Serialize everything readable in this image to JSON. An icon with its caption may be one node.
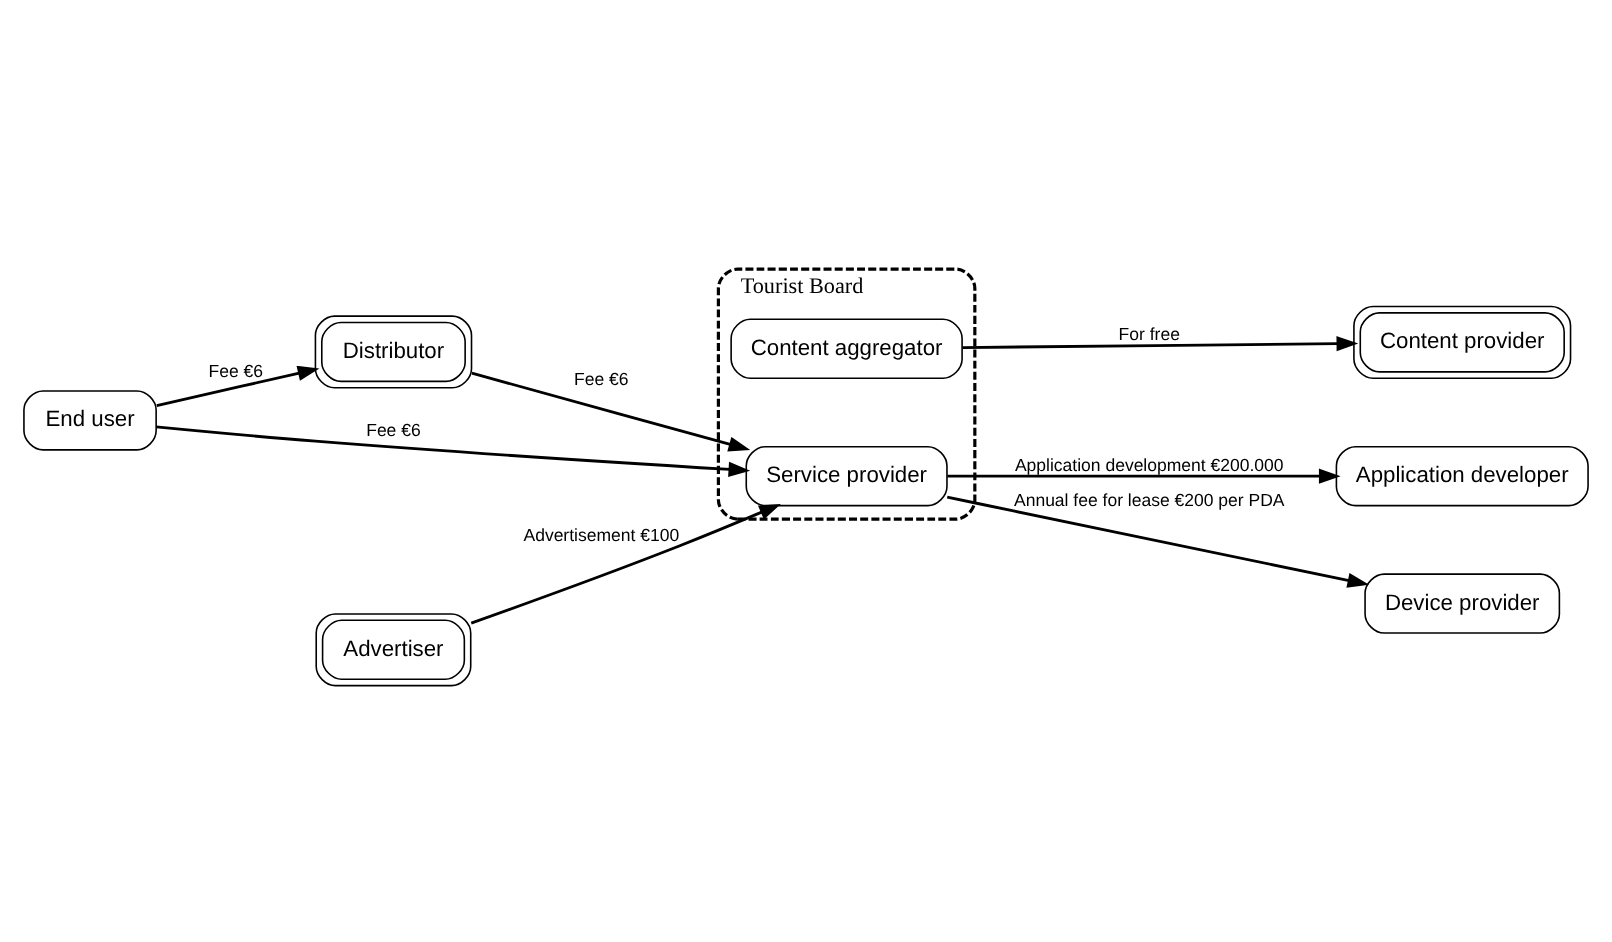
{
  "diagram": {
    "nodes": [
      {
        "text": [
          "Application developer"
        ]
      },
      {
        "text": [
          "Distributor"
        ]
      },
      {
        "text": [
          "Tourist Board"
        ]
      },
      {
        "text": [
          "Content provider"
        ]
      },
      {
        "text": [
          "Content aggregator"
        ],
        "in": 2
      },
      {
        "text": [
          "Service provider"
        ],
        "in": 2
      },
      {
        "text": [
          "End user"
        ]
      },
      {
        "text": [
          "Advertiser"
        ]
      },
      {
        "text": [
          "Device provider"
        ]
      }
    ],
    "edges": [
      {
        "from": 5,
        "to": 0,
        "arrow": "to",
        "label": "Application development €200.000"
      },
      {
        "from": 4,
        "to": 3,
        "arrow": "to",
        "label": "For free"
      },
      {
        "from": 1,
        "to": 5,
        "arrow": "to",
        "label": "Fee €6"
      },
      {
        "from": 6,
        "to": 1,
        "arrow": "to",
        "label": "Fee €6"
      },
      {
        "from": 6,
        "to": 5,
        "arrow": "to",
        "label": "Fee €6"
      },
      {
        "from": 7,
        "to": 5,
        "arrow": "to",
        "label": "Advertisement €100"
      },
      {
        "from": 5,
        "to": 8,
        "arrow": "to",
        "label": "Annual fee for lease €200 per PDA"
      }
    ]
  }
}
